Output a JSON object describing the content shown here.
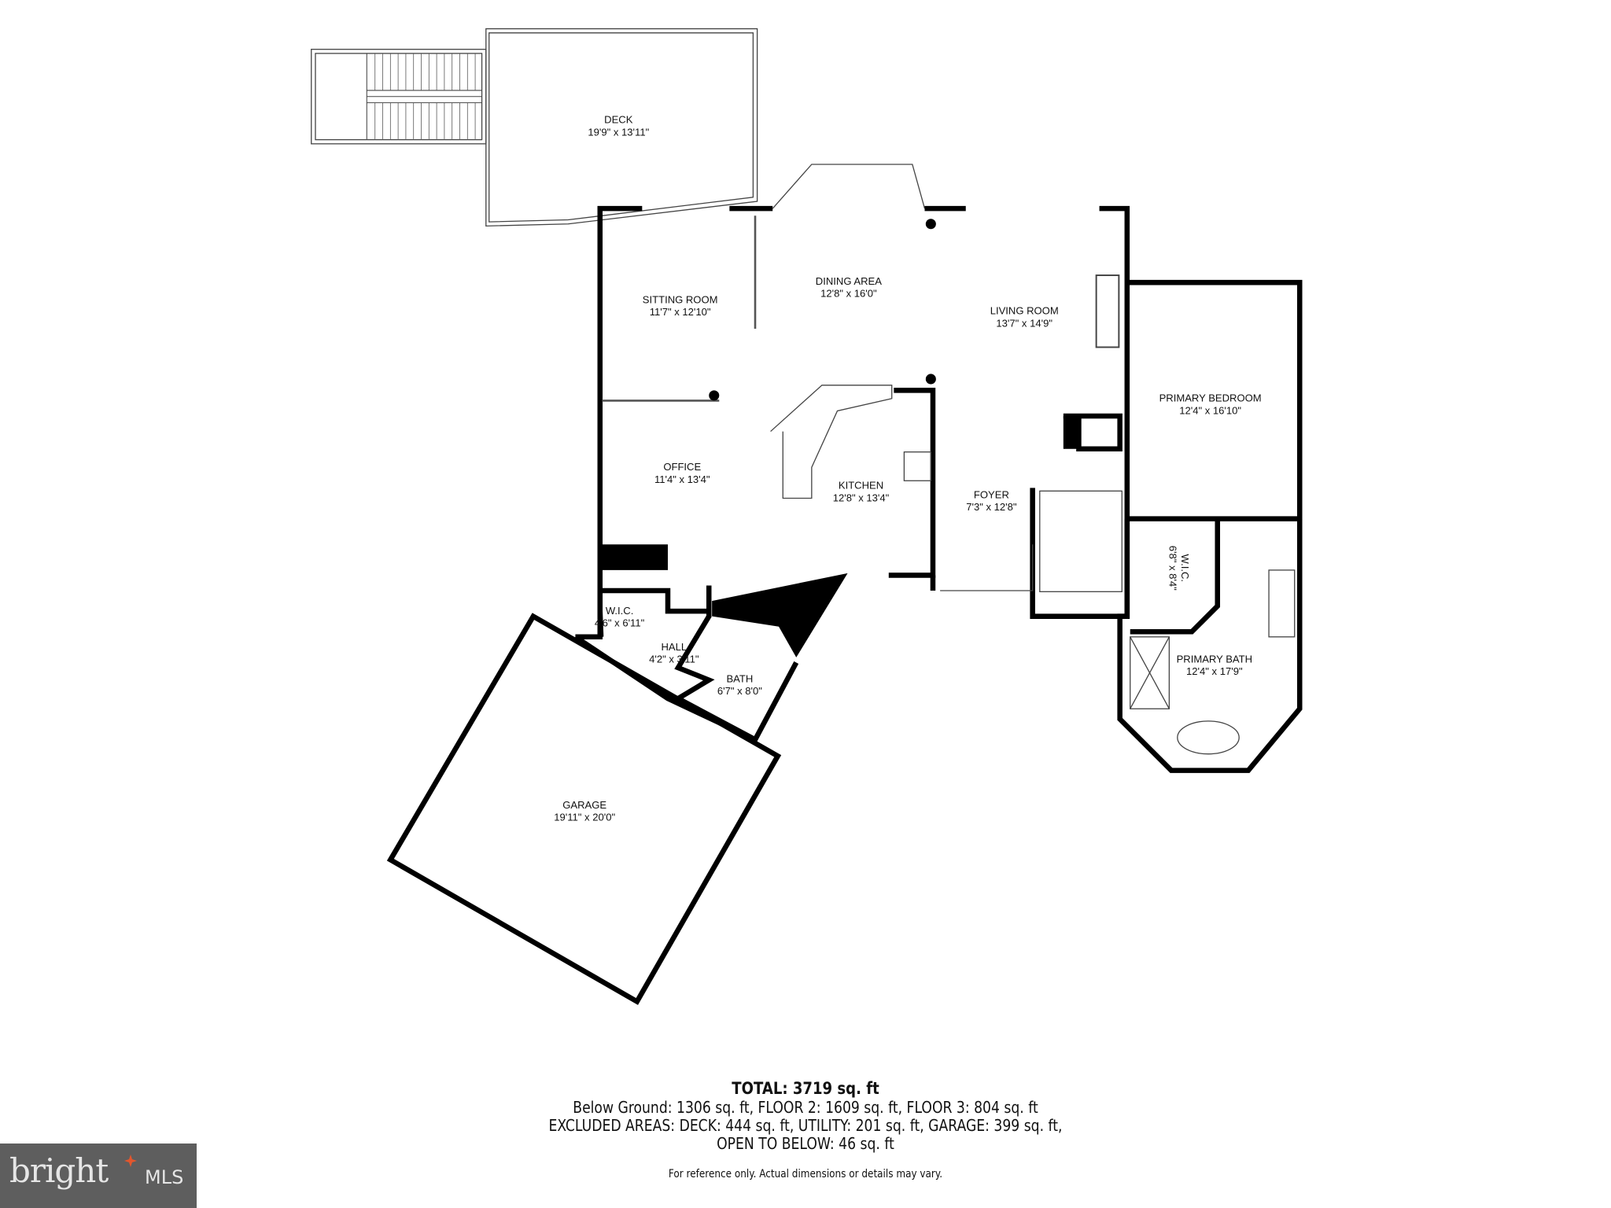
{
  "rooms": {
    "deck": {
      "name": "DECK",
      "dims": "19'9\" x 13'11\""
    },
    "sitting_room": {
      "name": "SITTING ROOM",
      "dims": "11'7\" x 12'10\""
    },
    "dining_area": {
      "name": "DINING AREA",
      "dims": "12'8\" x 16'0\""
    },
    "living_room": {
      "name": "LIVING ROOM",
      "dims": "13'7\" x 14'9\""
    },
    "primary_bedroom": {
      "name": "PRIMARY BEDROOM",
      "dims": "12'4\" x 16'10\""
    },
    "office": {
      "name": "OFFICE",
      "dims": "11'4\" x 13'4\""
    },
    "kitchen": {
      "name": "KITCHEN",
      "dims": "12'8\" x 13'4\""
    },
    "foyer": {
      "name": "FOYER",
      "dims": "7'3\" x 12'8\""
    },
    "primary_wic": {
      "name": "W.I.C.",
      "dims": "6'8\" x 8'4\""
    },
    "primary_bath": {
      "name": "PRIMARY BATH",
      "dims": "12'4\" x 17'9\""
    },
    "wic": {
      "name": "W.I.C.",
      "dims": "4'6\" x 6'11\""
    },
    "hall": {
      "name": "HALL",
      "dims": "4'2\" x 3'11\""
    },
    "bath": {
      "name": "BATH",
      "dims": "6'7\" x 8'0\""
    },
    "garage": {
      "name": "GARAGE",
      "dims": "19'11\" x 20'0\""
    }
  },
  "summary": {
    "total": "TOTAL: 3719 sq. ft",
    "floors": "Below Ground: 1306 sq. ft, FLOOR 2: 1609 sq. ft, FLOOR 3: 804 sq. ft",
    "excluded": "EXCLUDED AREAS: DECK: 444 sq. ft, UTILITY: 201 sq. ft, GARAGE: 399 sq. ft,",
    "open_below": "OPEN TO BELOW: 46 sq. ft",
    "disclaimer": "For reference only. Actual dimensions or details may vary."
  },
  "logo": {
    "text": "bright",
    "suffix": "MLS",
    "accent_color": "#e2562d",
    "background": "#5e5e5e"
  }
}
